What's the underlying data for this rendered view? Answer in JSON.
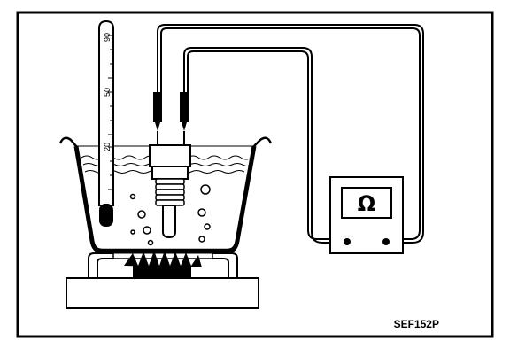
{
  "thermometer": {
    "scale_labels": [
      "90",
      "50",
      "20"
    ]
  },
  "ohmmeter": {
    "symbol": "Ω"
  },
  "caption": "SEF152P"
}
